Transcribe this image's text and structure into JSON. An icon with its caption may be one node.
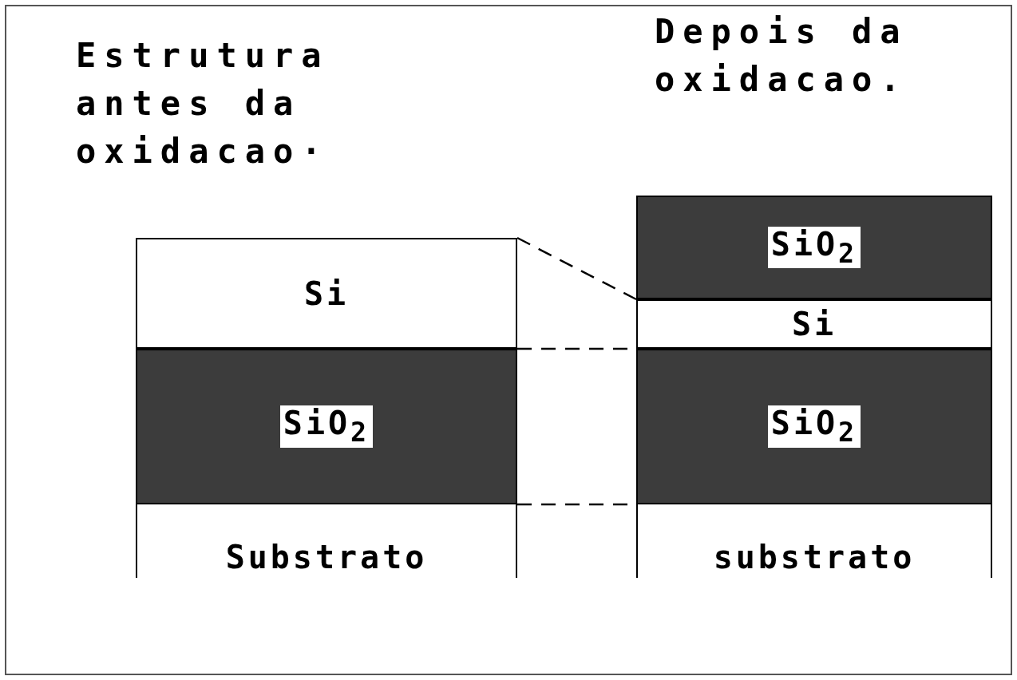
{
  "diagram": {
    "nodes": [
      {
        "text": [
          "Si"
        ]
      },
      {
        "text": [
          "SiO$_{2}$"
        ]
      },
      {
        "text": [
          "Substrato"
        ]
      },
      {
        "text": [
          "SiO$_{2}$"
        ]
      },
      {
        "text": [
          "Si"
        ]
      },
      {
        "text": [
          "SiO$_{2}$"
        ]
      },
      {
        "text": [
          "substrato"
        ]
      }
    ],
    "edges": [
      {
        "from": 0,
        "to": 4,
        "arrow": "none",
        "style": "dashed"
      },
      {
        "from": 1,
        "to": 5,
        "arrow": "none",
        "style": "dashed"
      },
      {
        "from": 1,
        "to": 5,
        "arrow": "none",
        "style": "dashed"
      }
    ],
    "labels": [
      "Estrutura antes da oxidacao·",
      "Depois da oxidacao."
    ]
  }
}
